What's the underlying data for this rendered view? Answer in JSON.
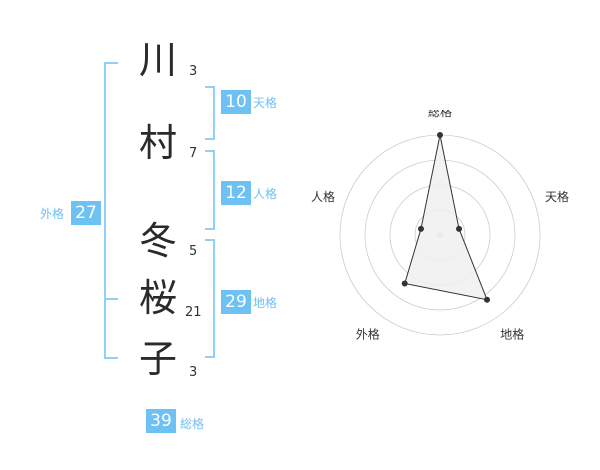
{
  "name_chars": [
    {
      "char": "川",
      "strokes": "3"
    },
    {
      "char": "村",
      "strokes": "7"
    },
    {
      "char": "冬",
      "strokes": "5"
    },
    {
      "char": "桜",
      "strokes": "21"
    },
    {
      "char": "子",
      "strokes": "3"
    }
  ],
  "scores": {
    "tenkaku": {
      "label": "天格",
      "value": "10"
    },
    "jinkaku": {
      "label": "人格",
      "value": "12"
    },
    "chikaku": {
      "label": "地格",
      "value": "29"
    },
    "gaikaku": {
      "label": "外格",
      "value": "27"
    },
    "soukaku": {
      "label": "総格",
      "value": "39"
    }
  },
  "colors": {
    "accent": "#6ec1f3",
    "bracket": "#8fd0f5",
    "radar_fill": "#f0f0f0",
    "radar_grid": "#cccccc"
  },
  "chart_data": {
    "type": "radar",
    "axes": [
      "総格",
      "天格",
      "地格",
      "外格",
      "人格"
    ],
    "values": [
      5,
      1,
      4,
      3,
      1
    ],
    "max": 5,
    "rings": 4
  }
}
